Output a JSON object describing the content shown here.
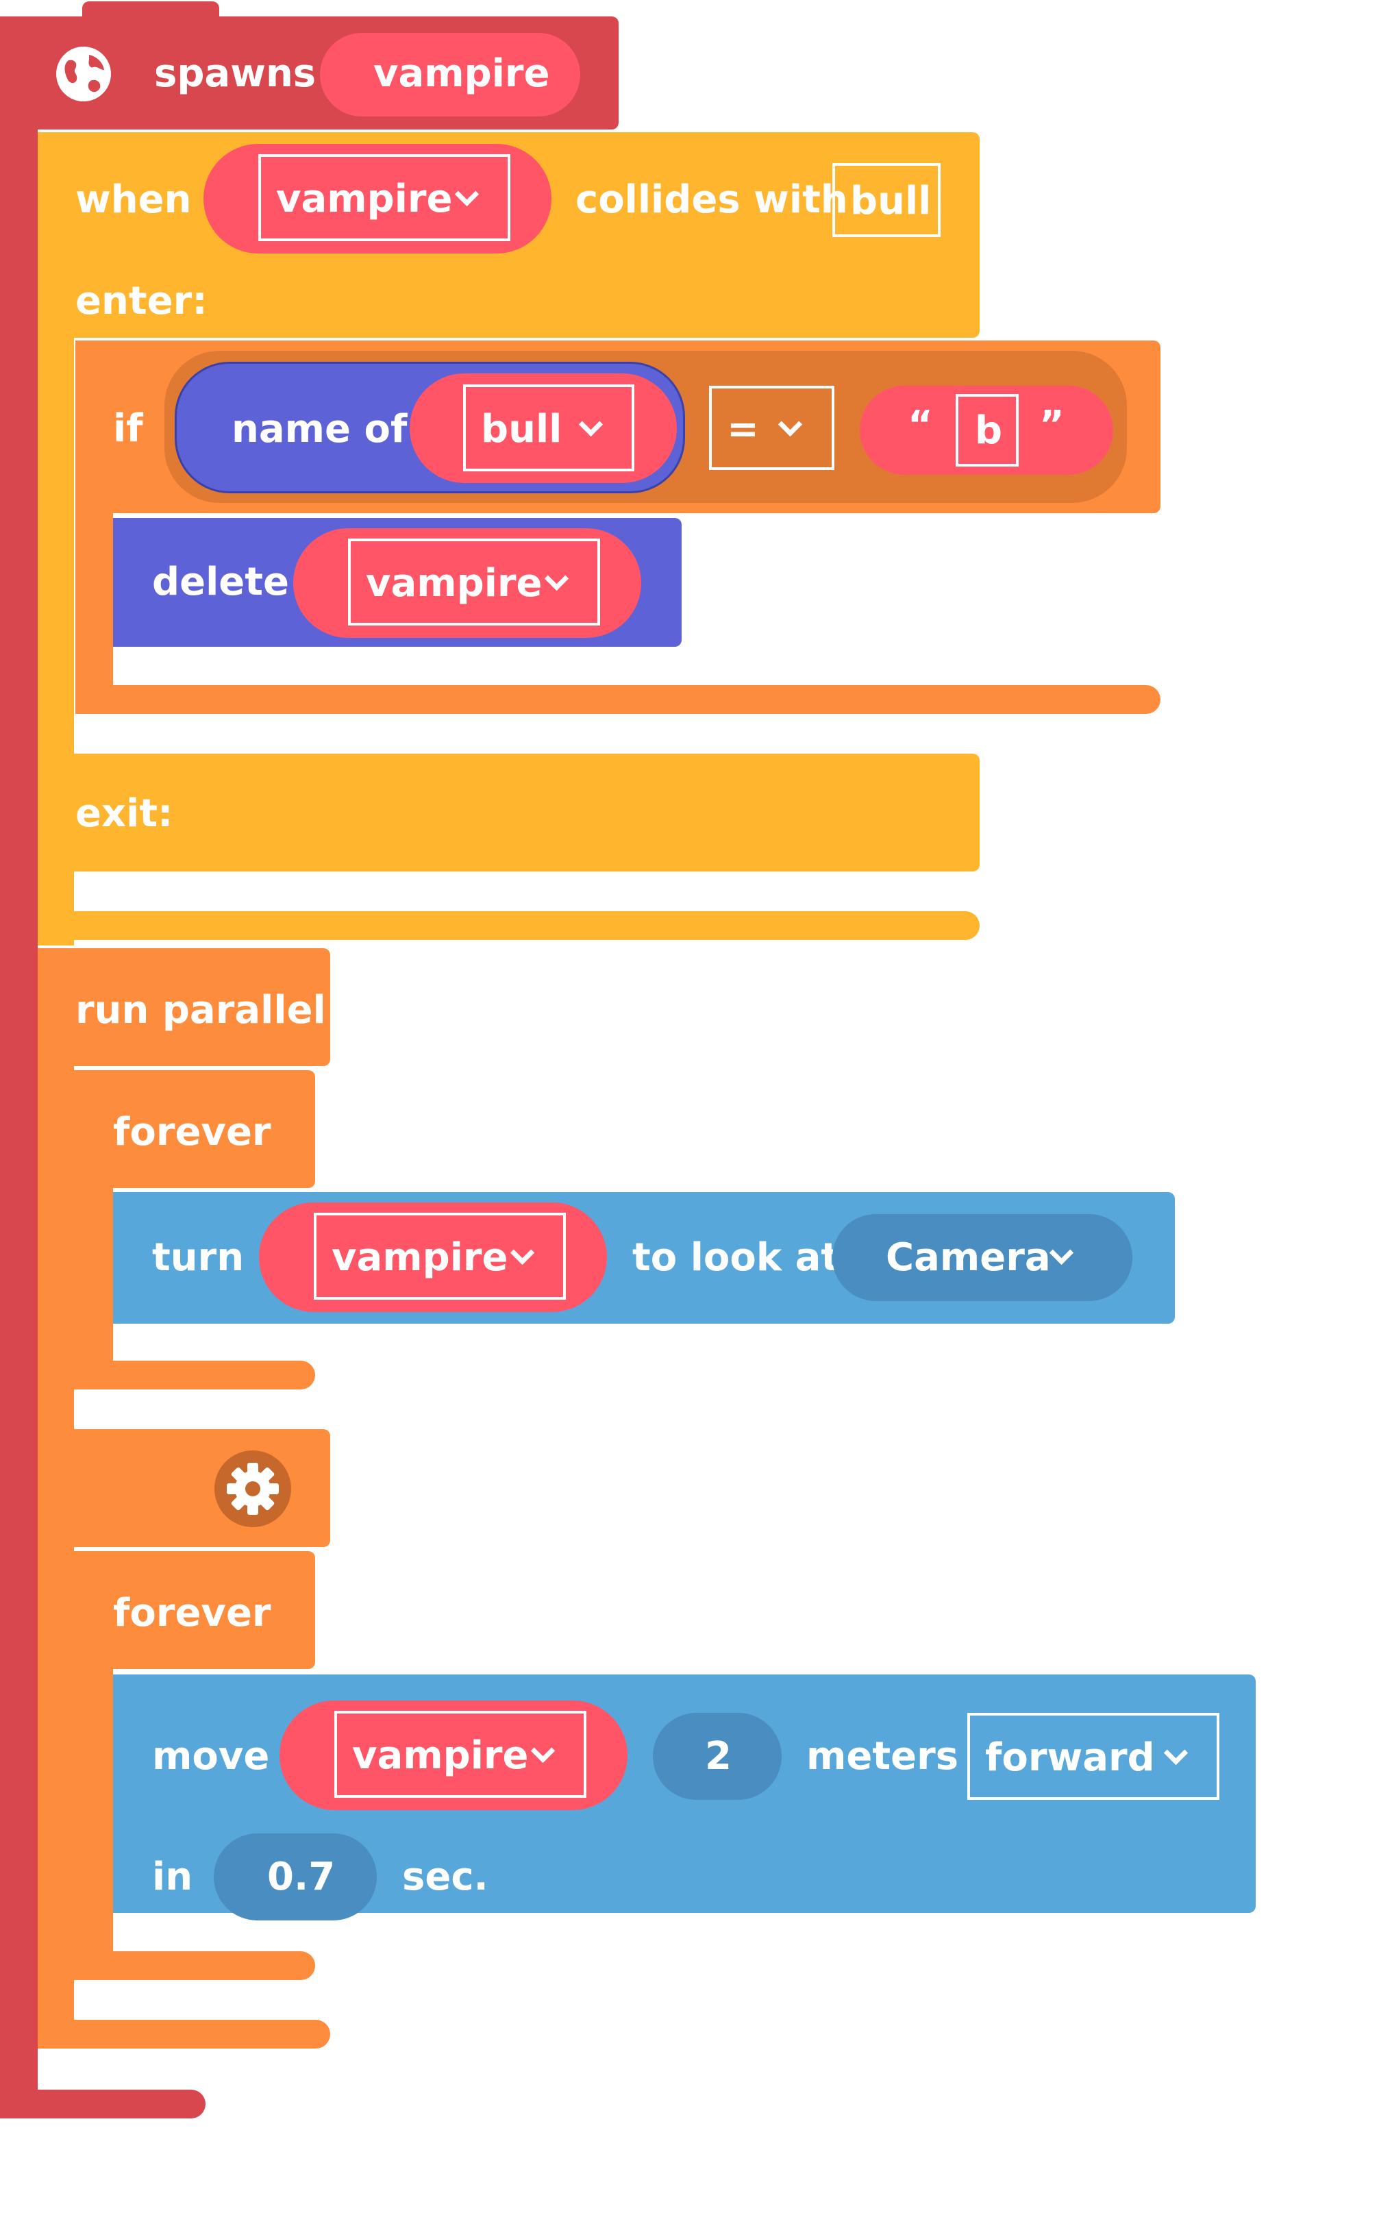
{
  "colors": {
    "event": "#D8464E",
    "collision": "#FFB52E",
    "control": "#FD8C3D",
    "operator": "#5D63D6",
    "motion": "#57A7DA",
    "object": "#FF5566"
  },
  "spawn_block": {
    "icon": "globe-icon",
    "label": "spawns",
    "object": "vampire"
  },
  "collision_block": {
    "when_label": "when",
    "object": "vampire",
    "collides_label": "collides with",
    "target": "bull",
    "enter_label": "enter:",
    "exit_label": "exit:"
  },
  "if_block": {
    "label": "if",
    "name_of_label": "name of",
    "name_of_object": "bull",
    "operator": "=",
    "open_quote": "“",
    "value": "b",
    "close_quote": "”"
  },
  "delete_block": {
    "label": "delete",
    "object": "vampire"
  },
  "parallel_block": {
    "label": "run parallel",
    "settings_icon": "gear-icon"
  },
  "forever_1": {
    "label": "forever"
  },
  "turn_block": {
    "label": "turn",
    "object": "vampire",
    "look_label": "to look at",
    "target": "Camera"
  },
  "forever_2": {
    "label": "forever"
  },
  "move_block": {
    "label": "move",
    "object": "vampire",
    "distance": "2",
    "meters_label": "meters",
    "direction": "forward",
    "in_label": "in",
    "duration": "0.7",
    "sec_label": "sec."
  }
}
